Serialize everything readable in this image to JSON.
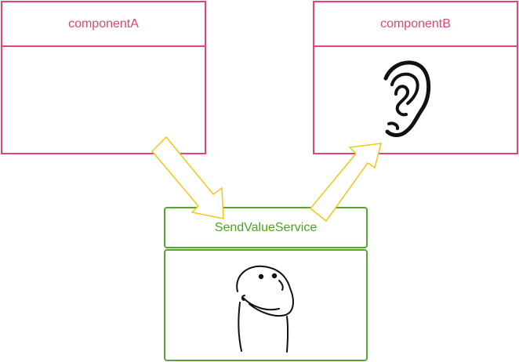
{
  "component_a": {
    "title": "componentA"
  },
  "component_b": {
    "title": "componentB",
    "icon": "ear-icon"
  },
  "service": {
    "title": "SendValueService",
    "icon": "face-sketch-icon"
  },
  "colors": {
    "component_border": "#e0457a",
    "component_text": "#e0457a",
    "service_border": "#55a630",
    "service_text": "#4ba51f",
    "arrow_stroke": "#f5c518"
  }
}
